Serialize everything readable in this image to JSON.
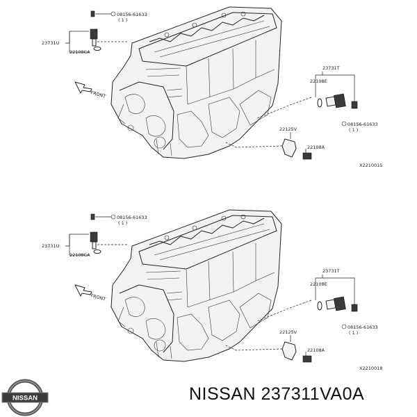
{
  "caption": "NISSAN 237311VA0A",
  "logo_text": "NISSAN",
  "diagrams": [
    {
      "bolt_top_code": "08156-61633",
      "bolt_top_qty": "( 1 )",
      "sensor_left": "23731U",
      "oring_left": "22108CA",
      "front_label": "FRONT",
      "sensor_right": "23731T",
      "oring_right": "22108E",
      "bolt_right_code": "08156-61633",
      "bolt_right_qty": "( 1 )",
      "bracket": "22125V",
      "bolt_bottom": "22108A",
      "drawing_no": "X2210015"
    },
    {
      "bolt_top_code": "08156-61633",
      "bolt_top_qty": "( 1 )",
      "sensor_left": "23731U",
      "oring_left": "22108CA",
      "front_label": "FRONT",
      "sensor_right": "23731T",
      "oring_right": "22108E",
      "bolt_right_code": "08156-61633",
      "bolt_right_qty": "( 1 )",
      "bracket": "22125V",
      "bolt_bottom": "22108A",
      "drawing_no": "X2210018"
    }
  ]
}
